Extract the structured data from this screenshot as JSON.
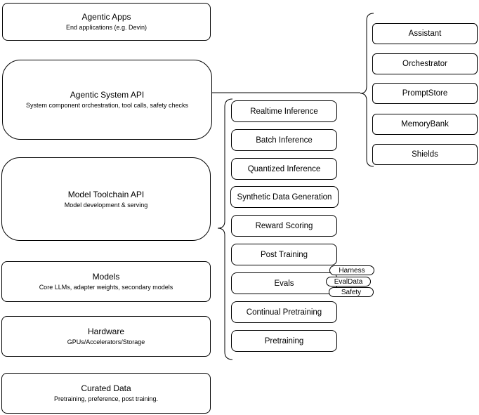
{
  "diagram": {
    "left_column": [
      {
        "title": "Agentic Apps",
        "subtitle": "End applications (e.g. Devin)"
      },
      {
        "title": "Agentic System API",
        "subtitle": "System component orchestration, tool calls, safety checks"
      },
      {
        "title": "Model Toolchain API",
        "subtitle": "Model development & serving"
      },
      {
        "title": "Models",
        "subtitle": "Core LLMs, adapter weights, secondary models"
      },
      {
        "title": "Hardware",
        "subtitle": "GPUs/Accelerators/Storage"
      },
      {
        "title": "Curated Data",
        "subtitle": "Pretraining, preference, post training."
      }
    ],
    "toolchain_components": [
      "Realtime Inference",
      "Batch Inference",
      "Quantized Inference",
      "Synthetic Data Generation",
      "Reward Scoring",
      "Post Training",
      "Evals",
      "Continual Pretraining",
      "Pretraining"
    ],
    "eval_tags": [
      "Harness",
      "EvalData",
      "Safety"
    ],
    "system_components": [
      "Assistant",
      "Orchestrator",
      "PromptStore",
      "MemoryBank",
      "Shields"
    ],
    "colors": {
      "stroke": "#000000",
      "background": "#ffffff",
      "text": "#000000"
    }
  }
}
